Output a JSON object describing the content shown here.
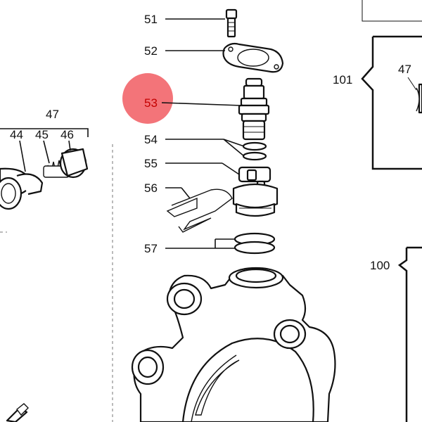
{
  "labels": {
    "p51": "51",
    "p52": "52",
    "p53": "53",
    "p54": "54",
    "p55": "55",
    "p56": "56",
    "p57": "57",
    "p47_left": "47",
    "p44": "44",
    "p45": "45",
    "p46": "46",
    "p101": "101",
    "p47_right": "47",
    "p100": "100"
  },
  "highlight": {
    "label": "53",
    "color": "#f26d72"
  },
  "colors": {
    "ink": "#111111",
    "highlight_text": "#c40000"
  }
}
